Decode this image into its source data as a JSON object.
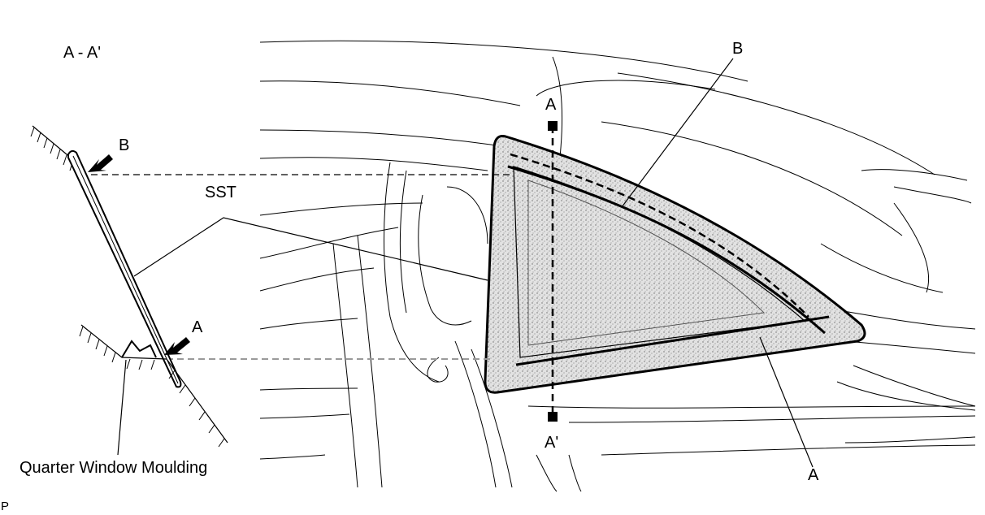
{
  "labels": {
    "section": "A - A'",
    "b_left": "B",
    "a_left": "A",
    "sst": "SST",
    "moulding": "Quarter Window Moulding",
    "a_top": "A",
    "a_bottom": "A'",
    "b_right": "B",
    "a_right": "A",
    "corner": "P"
  },
  "colors": {
    "line": "#000000",
    "glass_fill": "#d4d4d4",
    "dash_gray": "#9a9a9a"
  }
}
